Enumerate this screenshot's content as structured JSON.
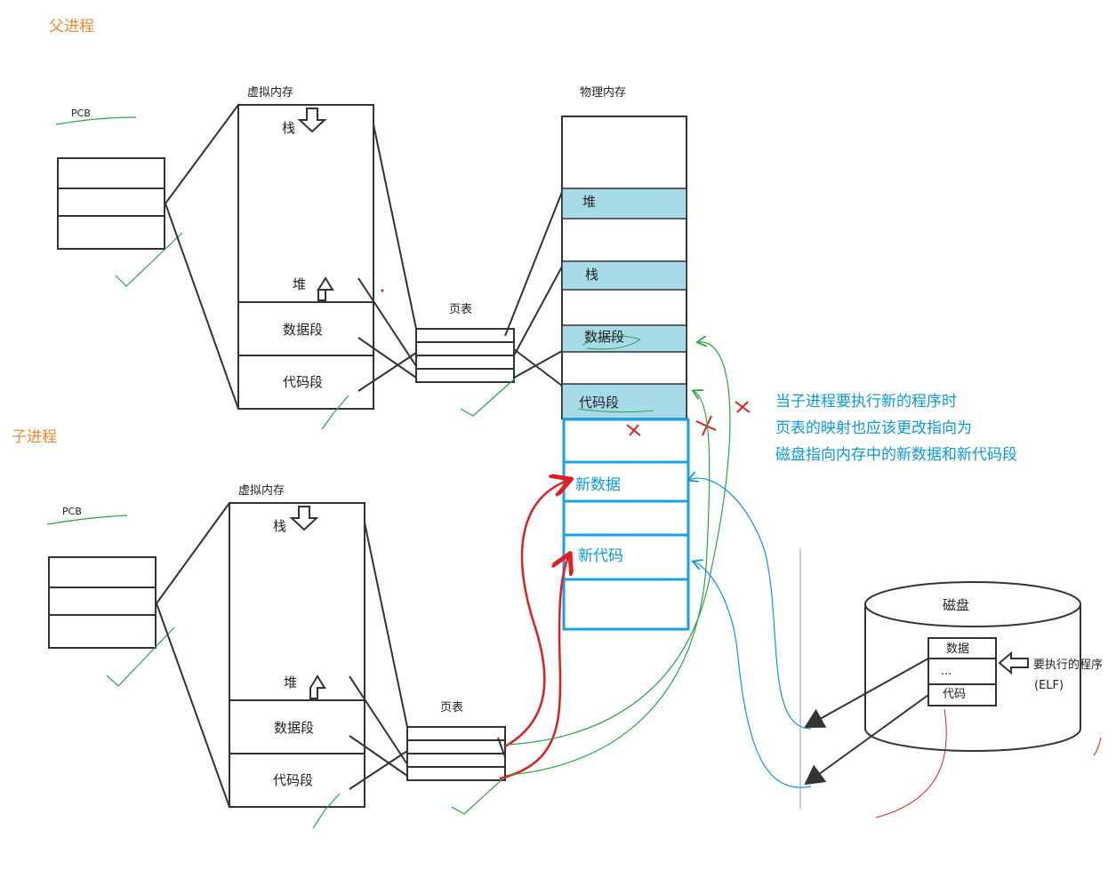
{
  "colors": {
    "orange": "#f0882d",
    "blue": "#0a9ad8",
    "box_blue": "#1ba1e2",
    "cyan_fill": "#a8dbe9",
    "red": "#e02020",
    "green": "#2aa545",
    "line": "#333333"
  },
  "parent": {
    "title": "父进程",
    "pcb_label": "PCB",
    "vm_label": "虚拟内存",
    "stack": "栈",
    "heap": "堆",
    "data_seg": "数据段",
    "code_seg": "代码段",
    "page_table": "页表"
  },
  "child": {
    "title": "子进程",
    "pcb_label": "PCB",
    "vm_label": "虚拟内存",
    "stack": "栈",
    "heap": "堆",
    "data_seg": "数据段",
    "code_seg": "代码段",
    "page_table": "页表"
  },
  "physical": {
    "label": "物理内存",
    "heap": "堆",
    "stack": "栈",
    "data_seg": "数据段",
    "code_seg": "代码段",
    "new_data": "新数据",
    "new_code": "新代码"
  },
  "disk": {
    "label": "磁盘",
    "data": "数据",
    "dots": "...",
    "code": "代码",
    "program_label": "要执行的程序",
    "elf": "(ELF)"
  },
  "note": [
    "当子进程要执行新的程序时",
    "页表的映射也应该更改指向为",
    "磁盘指向内存中的新数据和新代码段"
  ]
}
